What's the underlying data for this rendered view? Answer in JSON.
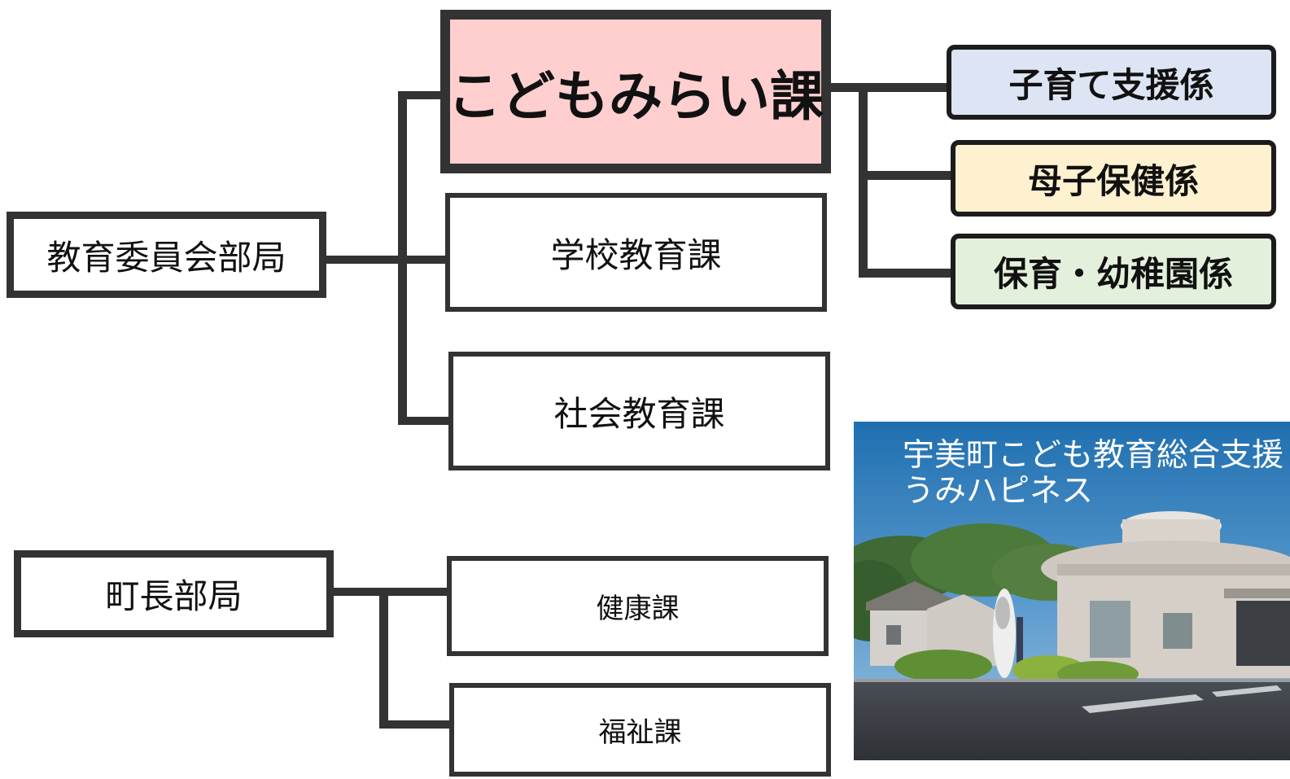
{
  "chart": {
    "edu_bureau": "教育委員会部局",
    "mayor_bureau": "町長部局",
    "kodomo_mirai": "こどもみらい課",
    "school_edu": "学校教育課",
    "social_edu": "社会教育課",
    "health": "健康課",
    "welfare": "福祉課",
    "sections": [
      {
        "label": "子育て支援係",
        "color": "#dde5f4"
      },
      {
        "label": "母子保健係",
        "color": "#fdf1d0"
      },
      {
        "label": "保育・幼稚園係",
        "color": "#e3f0db"
      }
    ],
    "highlight_color": "#ffcfcf"
  },
  "photo": {
    "caption_line1": "宇美町こども教育総合支援",
    "caption_line2": "うみハピネス"
  }
}
